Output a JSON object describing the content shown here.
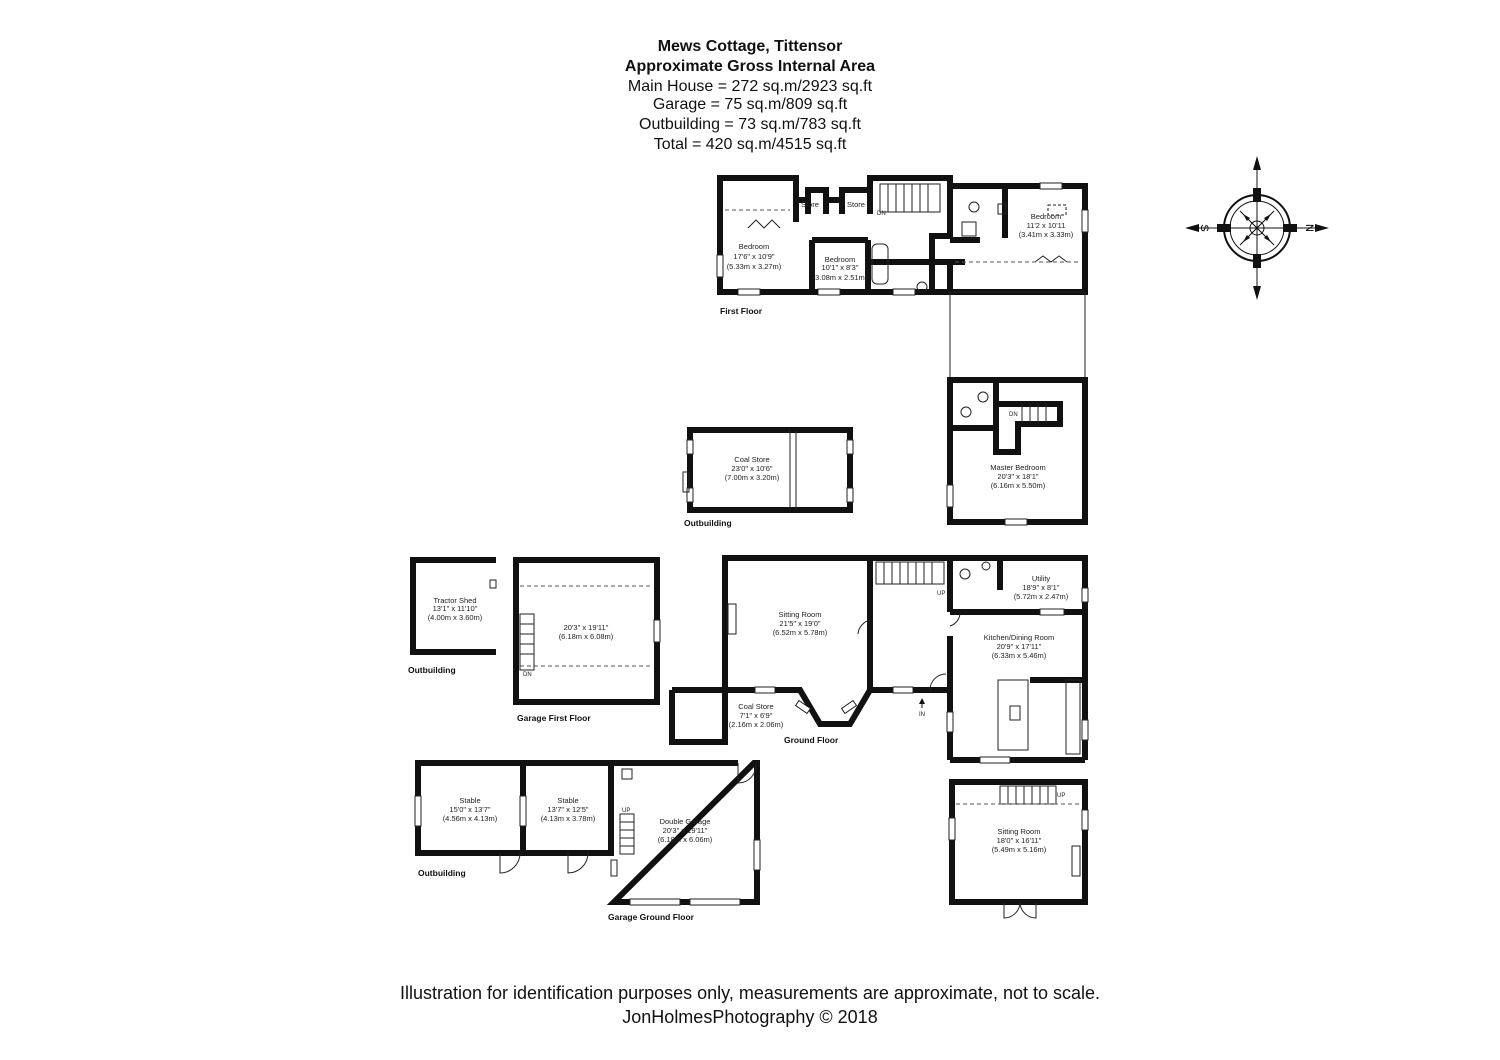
{
  "header": {
    "title": "Mews Cottage, Tittensor",
    "subtitle": "Approximate Gross Internal Area",
    "main_house": "Main House = 272 sq.m/2923 sq.ft",
    "garage": "Garage = 75 sq.m/809 sq.ft",
    "outbuilding": "Outbuilding = 73 sq.m/783 sq.ft",
    "total": "Total = 420 sq.m/4515 sq.ft"
  },
  "footer": {
    "disclaimer": "Illustration for identification purposes only, measurements are approximate, not to scale.",
    "credit": "JonHolmesPhotography © 2018"
  },
  "compass": {
    "s": "S",
    "n": "N"
  },
  "floors": {
    "first_floor": "First Floor",
    "ground_floor": "Ground Floor",
    "outbuilding_coal": "Outbuilding",
    "outbuilding_tractor": "Outbuilding",
    "outbuilding_stables": "Outbuilding",
    "garage_first_floor": "Garage First Floor",
    "garage_ground_floor": "Garage Ground Floor"
  },
  "rooms": {
    "ff_bed1": {
      "name": "Bedroom",
      "imp": "17'6\" x 10'9\"",
      "met": "(5.33m x 3.27m)"
    },
    "ff_bed2": {
      "name": "Bedroom",
      "imp": "10'1\" x 8'3\"",
      "met": "(3.08m x 2.51m)"
    },
    "ff_bed3": {
      "name": "Bedroom",
      "imp": "11'2 x 10'11",
      "met": "(3.41m x 3.33m)"
    },
    "store1": "Store",
    "store2": "Store",
    "master": {
      "name": "Master Bedroom",
      "imp": "20'3\" x 18'1\"",
      "met": "(6.16m x 5.50m)"
    },
    "coal_out": {
      "name": "Coal Store",
      "imp": "23'0\" x 10'6\"",
      "met": "(7.00m x 3.20m)"
    },
    "tractor": {
      "name": "Tractor Shed",
      "imp": "13'1\" x 11'10\"",
      "met": "(4.00m x 3.60m)"
    },
    "garage_ff": {
      "imp": "20'3\" x 19'11\"",
      "met": "(6.18m x 6.08m)"
    },
    "sitting1": {
      "name": "Sitting Room",
      "imp": "21'5\" x 19'0\"",
      "met": "(6.52m x 5.78m)"
    },
    "utility": {
      "name": "Utility",
      "imp": "18'9\" x 8'1\"",
      "met": "(5.72m x 2.47m)"
    },
    "kitchen": {
      "name": "Kitchen/Dining Room",
      "imp": "20'9\" x 17'11\"",
      "met": "(6.33m x 5.46m)"
    },
    "coal_gf": {
      "name": "Coal Store",
      "imp": "7'1\" x 6'9\"",
      "met": "(2.16m x 2.06m)"
    },
    "sitting2": {
      "name": "Sitting Room",
      "imp": "18'0\" x 16'11\"",
      "met": "(5.49m x 5.16m)"
    },
    "stable1": {
      "name": "Stable",
      "imp": "15'0\" x 13'7\"",
      "met": "(4.56m x 4.13m)"
    },
    "stable2": {
      "name": "Stable",
      "imp": "13'7\" x 12'5\"",
      "met": "(4.13m x 3.78m)"
    },
    "dgarage": {
      "name": "Double Garage",
      "imp": "20'3\" x 19'11\"",
      "met": "(6.18m x 6.06m)"
    }
  },
  "marks": {
    "dn1": "DN",
    "dn2": "DN",
    "dn3": "DN",
    "up1": "UP",
    "up2": "UP",
    "up3": "UP",
    "in": "IN"
  }
}
